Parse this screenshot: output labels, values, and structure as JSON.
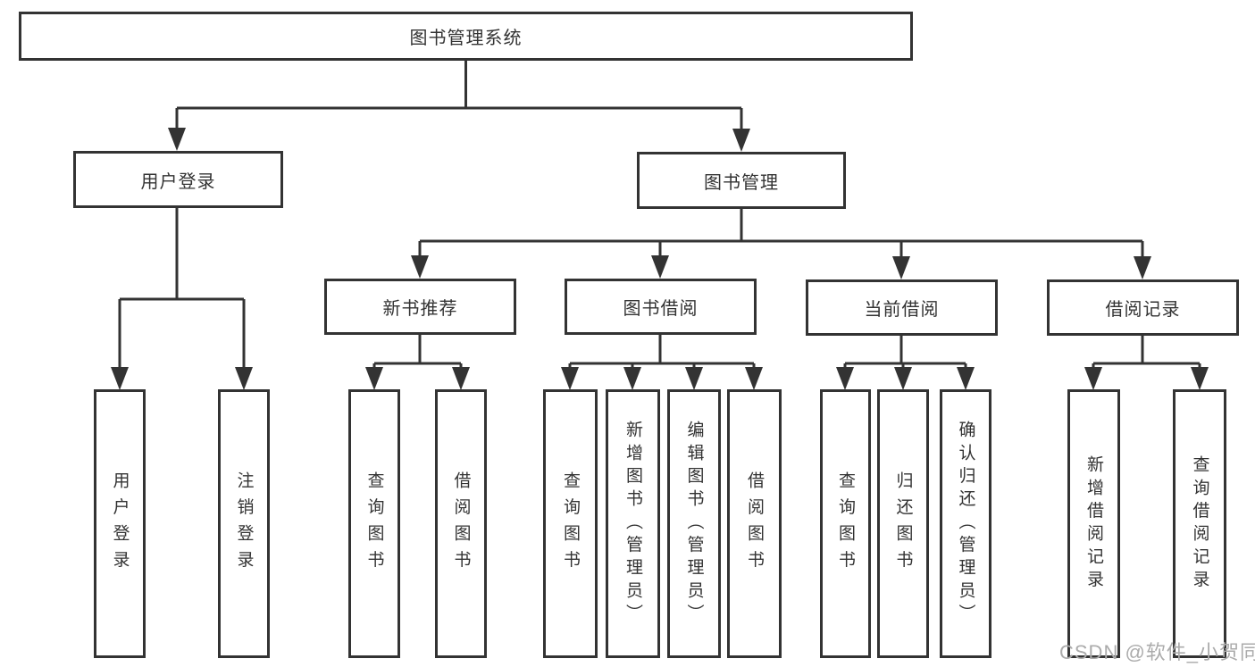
{
  "diagram_title": "图书管理系统",
  "nodes": {
    "library_system": {
      "label": "图书管理系统",
      "parent": null
    },
    "user_login": {
      "label": "用户登录",
      "parent": "library_system"
    },
    "book_mgmt": {
      "label": "图书管理",
      "parent": "library_system"
    },
    "login_action": {
      "label": "用户登录",
      "parent": "user_login"
    },
    "logout_action": {
      "label": "注销登录",
      "parent": "user_login"
    },
    "new_book_rec": {
      "label": "新书推荐",
      "parent": "book_mgmt"
    },
    "book_borrow": {
      "label": "图书借阅",
      "parent": "book_mgmt"
    },
    "current_borrow": {
      "label": "当前借阅",
      "parent": "book_mgmt"
    },
    "borrow_record": {
      "label": "借阅记录",
      "parent": "book_mgmt"
    },
    "rec_query_books": {
      "label": "查询图书",
      "parent": "new_book_rec"
    },
    "rec_borrow_books": {
      "label": "借阅图书",
      "parent": "new_book_rec"
    },
    "bb_query_books": {
      "label": "查询图书",
      "parent": "book_borrow"
    },
    "bb_add_books": {
      "label": "新增图书（管理员）",
      "parent": "book_borrow"
    },
    "bb_edit_books": {
      "label": "编辑图书（管理员）",
      "parent": "book_borrow"
    },
    "bb_borrow_books": {
      "label": "借阅图书",
      "parent": "book_borrow"
    },
    "cb_query_books": {
      "label": "查询图书",
      "parent": "current_borrow"
    },
    "cb_return_books": {
      "label": "归还图书",
      "parent": "current_borrow"
    },
    "cb_confirm_return": {
      "label": "确认归还（管理员）",
      "parent": "current_borrow"
    },
    "br_add_record": {
      "label": "新增借阅记录",
      "parent": "borrow_record"
    },
    "br_query_record": {
      "label": "查询借阅记录",
      "parent": "borrow_record"
    }
  },
  "watermark": {
    "text": "CSDN @软件_小贺同学"
  },
  "colors": {
    "line": "#333333",
    "text": "#333333",
    "box_background": "#ffffff",
    "page_background": "#ffffff",
    "watermark": "#ababab"
  }
}
